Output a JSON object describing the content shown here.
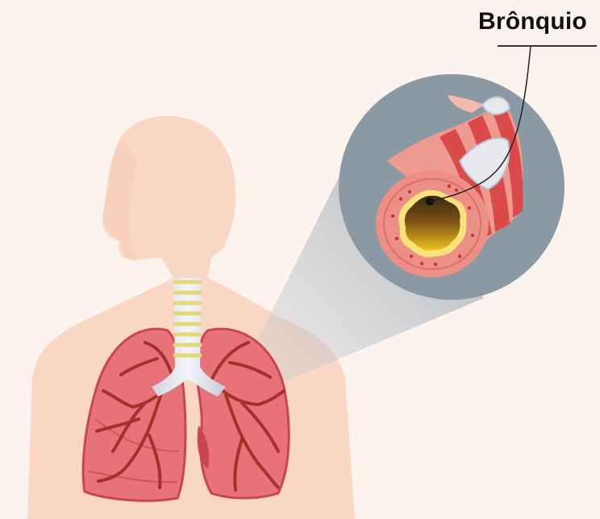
{
  "label": {
    "text": "Brônquio"
  },
  "colors": {
    "background": "#fdf3ee",
    "silhouette": "#fad7c5",
    "lung": "#e86f74",
    "lung_dark": "#c94552",
    "bronchial_tree": "#a3322a",
    "trachea_rings": "#e8dd86",
    "trachea_tube": "#dfe2ec",
    "zoom_circle": "#8b99a4",
    "bronchus_wall": "#ec8f86",
    "bronchus_stripe": "#d94a48",
    "lumen_dark": "#4a3012",
    "lumen_yellow": "#e0b31c"
  },
  "icons": [
    "human-torso-silhouette",
    "lungs-illustration",
    "trachea",
    "bronchus-cross-section",
    "magnifier-beam"
  ]
}
